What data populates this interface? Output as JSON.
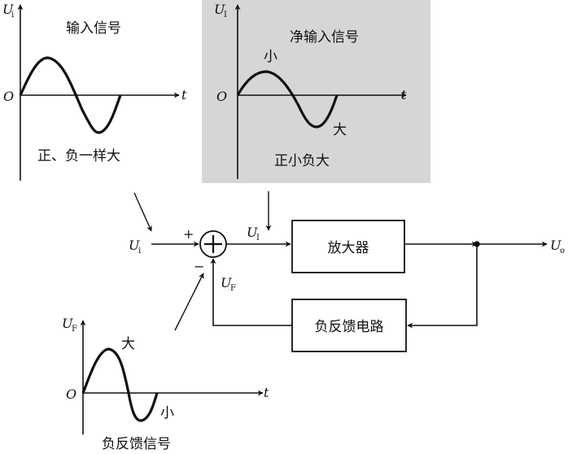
{
  "colors": {
    "stroke": "#111111",
    "panel_shade": "#d6d6d6",
    "background": "#ffffff"
  },
  "input_plot": {
    "axis_symbol": "U",
    "axis_subscript": "i",
    "title": "输入信号",
    "origin": "O",
    "t_label": "t",
    "caption": "正、负一样大"
  },
  "net_input_plot": {
    "axis_symbol": "U",
    "axis_subscript": "I",
    "title": "净输入信号",
    "peak_label": "小",
    "trough_label": "大",
    "origin": "O",
    "t_label": "t",
    "caption": "正小负大"
  },
  "feedback_plot": {
    "axis_symbol": "U",
    "axis_subscript": "F",
    "peak_label": "大",
    "trough_label": "小",
    "origin": "O",
    "t_label": "t",
    "caption": "负反馈信号"
  },
  "block_diagram": {
    "input_symbol": "U",
    "input_subscript": "i",
    "plus_sign": "+",
    "minus_sign": "−",
    "summer_symbol": "+",
    "net_symbol": "U",
    "net_subscript": "I",
    "feedback_symbol": "U",
    "feedback_subscript": "F",
    "amplifier_label": "放大器",
    "feedback_network_label": "负反馈电路",
    "output_symbol": "U",
    "output_subscript": "o"
  }
}
